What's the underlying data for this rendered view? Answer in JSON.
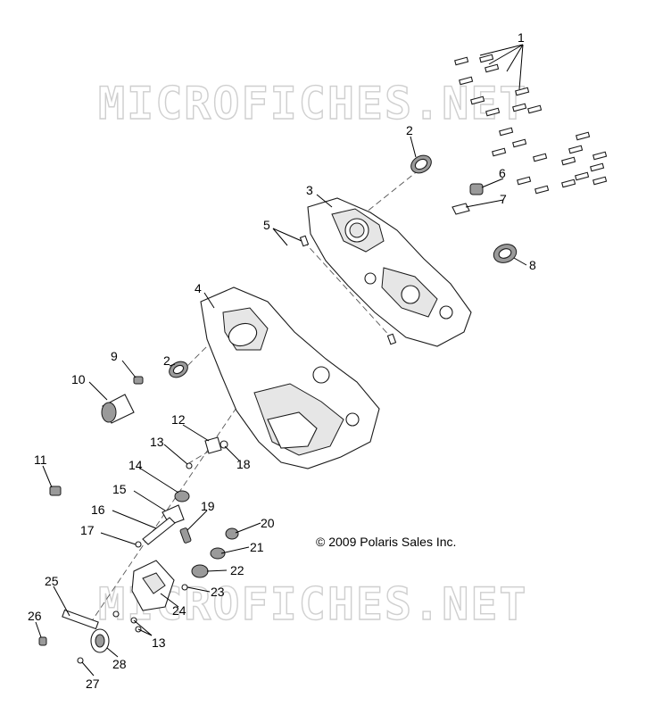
{
  "watermark": {
    "text": "MICROFICHES.NET"
  },
  "copyright": "© 2009 Polaris Sales Inc.",
  "callouts": [
    "1",
    "2",
    "3",
    "4",
    "5",
    "6",
    "7",
    "8",
    "9",
    "10",
    "11",
    "12",
    "13",
    "14",
    "15",
    "16",
    "17",
    "18",
    "19",
    "20",
    "21",
    "22",
    "23",
    "24",
    "25",
    "26",
    "27",
    "28"
  ]
}
